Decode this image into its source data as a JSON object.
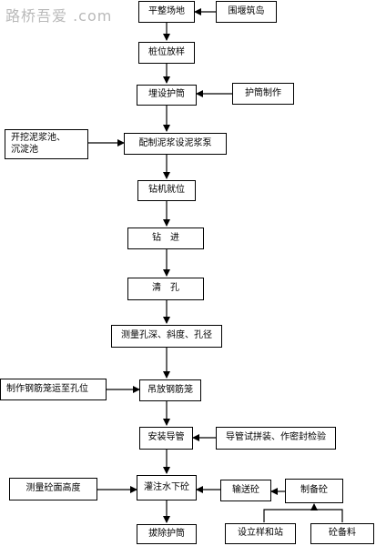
{
  "watermark": "路桥吾爱 .com",
  "nodes": {
    "level_site": "平整场地",
    "cofferdam": "围堰筑岛",
    "pile_layout": "桩位放样",
    "bury_casing": "埋设护筒",
    "make_casing": "护筒制作",
    "dig_pits": "开挖泥浆池、\n沉淀池",
    "prepare_slurry": "配制泥浆设泥浆泵",
    "rig_position": "钻机就位",
    "drilling": "钻　进",
    "hole_clean": "清　孔",
    "measure_hole": "测量孔深、斜度、孔径",
    "make_cage": "制作钢筋笼运至孔位",
    "hoist_cage": "吊放钢筋笼",
    "install_tremie": "安装导管",
    "tremie_test": "导管试拼装、作密封检验",
    "measure_level": "测量砼面高度",
    "pour_concrete": "灌注水下砼",
    "transport_concrete": "输送砼",
    "make_concrete": "制备砼",
    "remove_casing": "拔除护筒",
    "test_specimen": "设立样和站",
    "concrete_material": "砼备料"
  }
}
